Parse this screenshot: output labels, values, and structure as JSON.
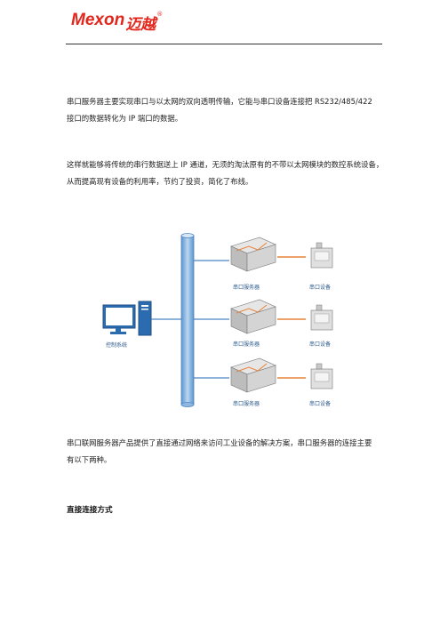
{
  "header": {
    "brand": "Mexon",
    "brand_cn": "迈越",
    "registered": "®"
  },
  "body": {
    "p1_line1": "串口服务器主要实现串口与以太网的双向透明传输，它能与串口设备连接把 RS232/485/422",
    "p1_line2": "接口的数据转化为 IP 端口的数据。",
    "p2_line1": "这样就能够将传统的串行数据送上 IP 通道，无须的淘汰原有的不带以太网模块的数控系统设备，",
    "p2_line2": "从而提高现有设备的利用率，节约了投资，简化了布线。",
    "p3_line1": "串口联网服务器产品提供了直接通过网络来访问工业设备的解决方案，串口服务器的连接主要",
    "p3_line2": "有以下两种。",
    "heading": "直接连接方式"
  },
  "diagram": {
    "control_label": "控制系统",
    "server_label": "串口服务器",
    "device_label": "串口设备",
    "colors": {
      "pipe": "#6fa8dc",
      "network_line": "#4a86c5",
      "serial_line": "#e8843a",
      "label": "#2c5a8c",
      "monitor": "#2b6cb0"
    }
  }
}
